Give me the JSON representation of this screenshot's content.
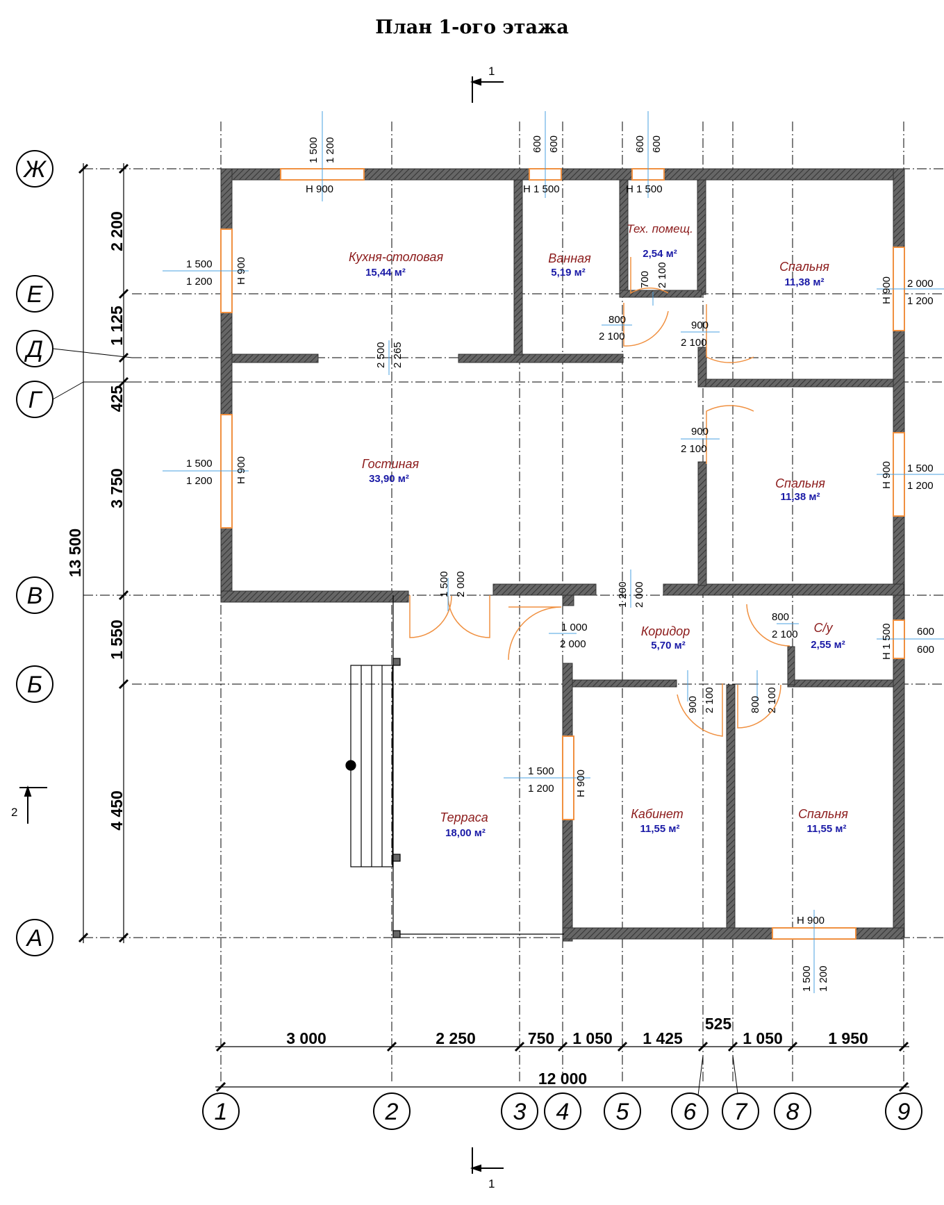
{
  "title": "План 1-ого этажа",
  "axes_letters": [
    "Ж",
    "Е",
    "Д",
    "Г",
    "В",
    "Б",
    "А"
  ],
  "axes_numbers": [
    "1",
    "2",
    "3",
    "4",
    "5",
    "6",
    "7",
    "8",
    "9"
  ],
  "left_dims": [
    "2 200",
    "1 125",
    "425",
    "3 750",
    "1 550",
    "4 450"
  ],
  "left_total": "13 500",
  "bottom_dims": [
    "3 000",
    "2 250",
    "750",
    "1 050",
    "1 425",
    "525",
    "1 050",
    "1 950"
  ],
  "bottom_total": "12 000",
  "section_labels": [
    "1",
    "1",
    "2"
  ],
  "rooms": [
    {
      "name": "Кухня-столовая",
      "area": "15,44 м²"
    },
    {
      "name": "Ванная",
      "area": "5,19 м²"
    },
    {
      "name": "Тех. помещ.",
      "area": "2,54 м²"
    },
    {
      "name": "Спальня",
      "area": "11,38 м²"
    },
    {
      "name": "Гостиная",
      "area": "33,90 м²"
    },
    {
      "name": "Спальня",
      "area": "11,38 м²"
    },
    {
      "name": "Коридор",
      "area": "5,70 м²"
    },
    {
      "name": "С/у",
      "area": "2,55 м²"
    },
    {
      "name": "Терраса",
      "area": "18,00 м²"
    },
    {
      "name": "Кабинет",
      "area": "11,55 м²"
    },
    {
      "name": "Спальня",
      "area": "11,55 м²"
    }
  ],
  "opening_labels": [
    "1 500",
    "1 200",
    "Н 900",
    "600",
    "600",
    "Н 1 500",
    "600",
    "600",
    "Н 1 500",
    "1 500",
    "1 200",
    "Н 900",
    "1 500",
    "1 200",
    "Н 900",
    "2 000",
    "1 200",
    "Н 900",
    "1 500",
    "1 200",
    "Н 900",
    "700",
    "2 100",
    "800",
    "2 100",
    "900",
    "2 100",
    "2 500",
    "2 265",
    "900",
    "2 100",
    "1 500",
    "2 000",
    "1 200",
    "2 000",
    "1 000",
    "2 000",
    "800",
    "2 100",
    "Н 1 500",
    "600",
    "600",
    "900",
    "2 100",
    "800",
    "2 100",
    "1 500",
    "1 200",
    "Н 900",
    "Н 900",
    "1 500",
    "1 200"
  ],
  "colors": {
    "wall": "#555555",
    "window": "#f09040",
    "axis_line": "#000000",
    "room_name": "#8b1a1a",
    "room_area": "#1a1aa6",
    "marker": "#4aa0e0"
  }
}
